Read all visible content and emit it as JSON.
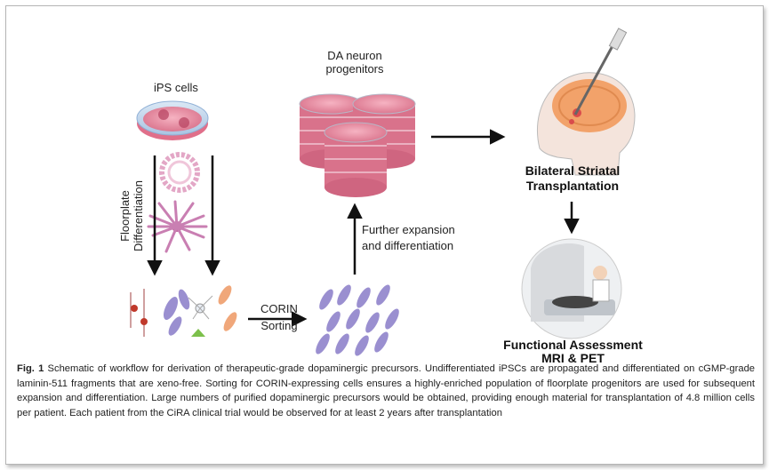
{
  "labels": {
    "ips_cells": "iPS cells",
    "da_progenitors_line1": "DA neuron",
    "da_progenitors_line2": "progenitors",
    "floorplate_line1": "Floorplate",
    "floorplate_line2": "Differentiation",
    "corin_line1": "CORIN",
    "corin_line2": "Sorting",
    "expansion_line1": "Further expansion",
    "expansion_line2": "and differentiation",
    "transplant_line1": "Bilateral Striatal",
    "transplant_line2": "Transplantation",
    "assessment_line1": "Functional Assessment",
    "assessment_line2": "MRI & PET"
  },
  "caption": {
    "prefix": "Fig. 1",
    "text": "Schematic of workflow for derivation of therapeutic-grade dopaminergic precursors. Undifferentiated iPSCs are propagated and differentiated on cGMP-grade laminin-511 fragments that are xeno-free. Sorting for CORIN-expressing cells ensures a highly-enriched population of floorplate progenitors are used for subsequent expansion and differentiation. Large numbers of purified dopaminergic precursors would be obtained, providing enough material for transplantation of 4.8 million cells per patient. Each patient from the CiRA clinical trial would be observed for at least 2 years after transplantation"
  },
  "colors": {
    "dish_pink": "#e48aa0",
    "dish_blue": "#bcd3ea",
    "neuron_purple": "#9a8fd0",
    "neuron_red": "#c0392b",
    "neuron_green": "#7cc04b",
    "neuron_orange": "#f0a77a",
    "brain_orange": "#f2a26a",
    "arrow": "#111111"
  }
}
